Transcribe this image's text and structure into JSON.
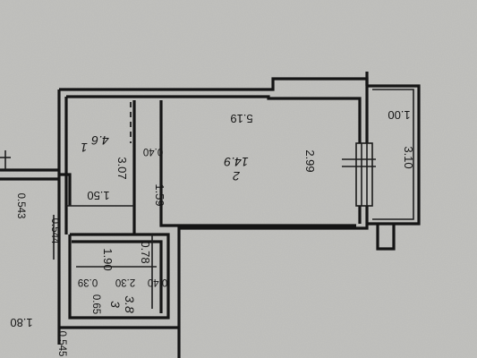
{
  "plan": {
    "rooms": [
      {
        "number": "1",
        "area": "4.6"
      },
      {
        "number": "2",
        "area": "14.9"
      },
      {
        "number": "3",
        "area": "3.8"
      }
    ],
    "dimensions": {
      "room2_length": "5.19",
      "room2_width": "2.99",
      "room1_length": "3.07",
      "door_offset": "0.40",
      "room2_segment": "1.59",
      "hall_width": "1.50",
      "bath_height": "1.90",
      "bath_offset": "0.78",
      "bath_inner_a": "0.40",
      "bath_inner_b": "2.30",
      "bath_inner_c": "0.39",
      "bath_side": "0.65",
      "balcony_length": "3.10",
      "balcony_width": "1.00",
      "left_corridor": "1.80",
      "wall_1": "0.543",
      "wall_2": "0.544",
      "wall_3": "0.545"
    }
  }
}
